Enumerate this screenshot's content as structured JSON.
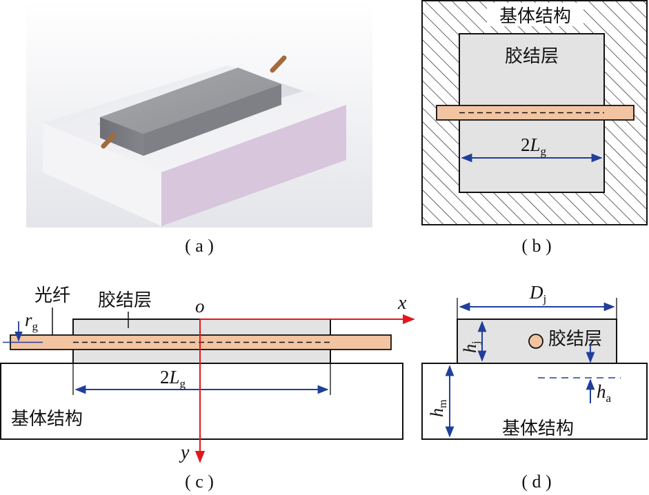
{
  "colors": {
    "fiber": "#f2c4a2",
    "adhesive": "#e3e3e3",
    "dimension": "#1f3f9a",
    "axis": "#e3161b",
    "hatch": "#222222"
  },
  "panel_a": {
    "caption": "( a )"
  },
  "panel_b": {
    "caption": "( b )",
    "substrate_label": "基体结构",
    "adhesive_label": "胶结层",
    "length_coef": "2",
    "length_sym": "L",
    "length_sub": "g"
  },
  "panel_c": {
    "caption": "( c )",
    "fiber_label": "光纤",
    "adhesive_label": "胶结层",
    "substrate_label": "基体结构",
    "origin_label": "o",
    "x_label": "x",
    "y_label": "y",
    "radius_sym": "r",
    "radius_sub": "g",
    "length_coef": "2",
    "length_sym": "L",
    "length_sub": "g"
  },
  "panel_d": {
    "caption": "( d )",
    "adhesive_label": "胶结层",
    "substrate_label": "基体结构",
    "width_sym": "D",
    "width_sub": "j",
    "hj_sym": "h",
    "hj_sub": "j",
    "hm_sym": "h",
    "hm_sub": "m",
    "ha_sym": "h",
    "ha_sub": "a"
  }
}
